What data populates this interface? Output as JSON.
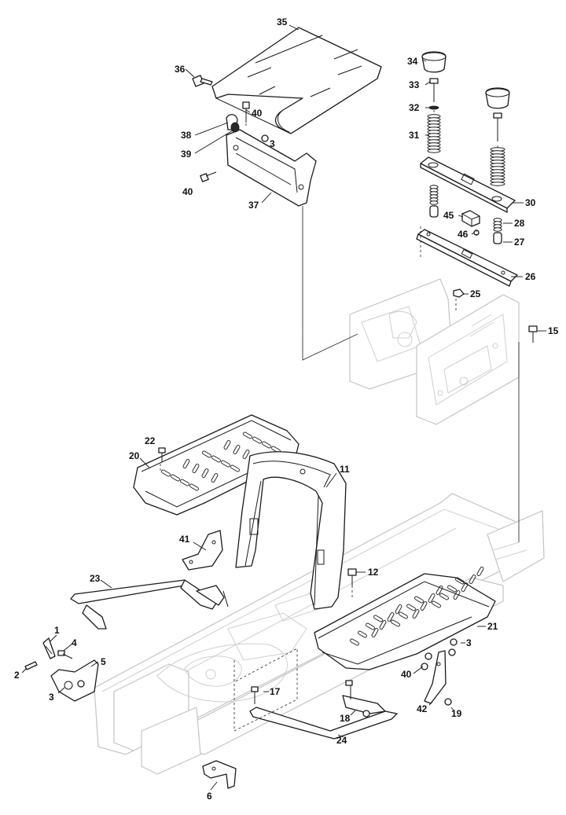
{
  "diagram": {
    "callouts": [
      {
        "id": "35",
        "label": "35"
      },
      {
        "id": "36",
        "label": "36"
      },
      {
        "id": "40a",
        "label": "40"
      },
      {
        "id": "38",
        "label": "38"
      },
      {
        "id": "3a",
        "label": "3"
      },
      {
        "id": "39",
        "label": "39"
      },
      {
        "id": "40b",
        "label": "40"
      },
      {
        "id": "37",
        "label": "37"
      },
      {
        "id": "34",
        "label": "34"
      },
      {
        "id": "33",
        "label": "33"
      },
      {
        "id": "32",
        "label": "32"
      },
      {
        "id": "31",
        "label": "31"
      },
      {
        "id": "30",
        "label": "30"
      },
      {
        "id": "45",
        "label": "45"
      },
      {
        "id": "28",
        "label": "28"
      },
      {
        "id": "46",
        "label": "46"
      },
      {
        "id": "27",
        "label": "27"
      },
      {
        "id": "26",
        "label": "26"
      },
      {
        "id": "25",
        "label": "25"
      },
      {
        "id": "15",
        "label": "15"
      },
      {
        "id": "22",
        "label": "22"
      },
      {
        "id": "20",
        "label": "20"
      },
      {
        "id": "11",
        "label": "11"
      },
      {
        "id": "41",
        "label": "41"
      },
      {
        "id": "12",
        "label": "12"
      },
      {
        "id": "23",
        "label": "23"
      },
      {
        "id": "21",
        "label": "21"
      },
      {
        "id": "1",
        "label": "1"
      },
      {
        "id": "4",
        "label": "4"
      },
      {
        "id": "5",
        "label": "5"
      },
      {
        "id": "2",
        "label": "2"
      },
      {
        "id": "3b",
        "label": "3"
      },
      {
        "id": "3c",
        "label": "3"
      },
      {
        "id": "40c",
        "label": "40"
      },
      {
        "id": "17",
        "label": "17"
      },
      {
        "id": "42",
        "label": "42"
      },
      {
        "id": "19",
        "label": "19"
      },
      {
        "id": "18",
        "label": "18"
      },
      {
        "id": "24",
        "label": "24"
      },
      {
        "id": "6",
        "label": "6"
      }
    ]
  }
}
